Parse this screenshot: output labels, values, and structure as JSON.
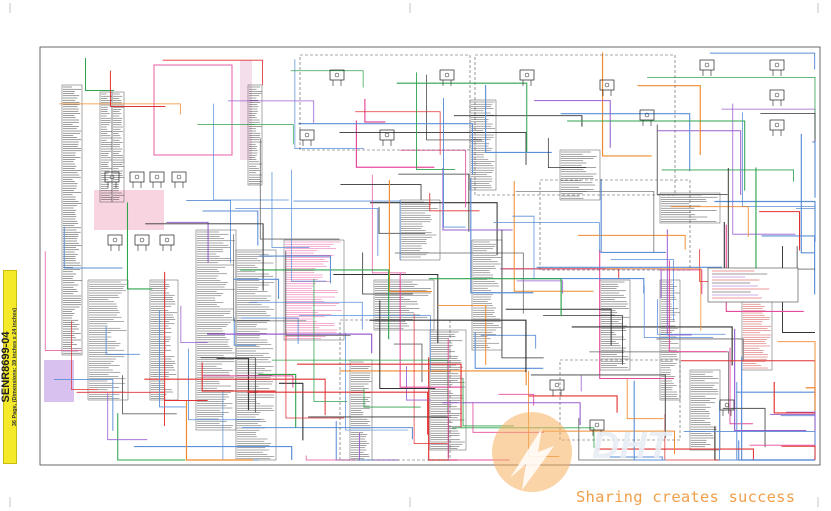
{
  "document": {
    "number": "SENR8699-04",
    "subtitle": "36 Page, (Dimensions: 39 inches x 24 inches)"
  },
  "watermark": {
    "slogan": "Sharing creates success",
    "logo_text": "DHT",
    "color": "#f0a04b"
  },
  "colors": {
    "wire_blue": "#5b8fd6",
    "wire_pink": "#e64b9b",
    "wire_red": "#e03030",
    "wire_purple": "#9b5fd0",
    "wire_orange": "#f08a2c",
    "wire_green": "#2fa44f",
    "label_yellow": "#f4ea2a"
  }
}
